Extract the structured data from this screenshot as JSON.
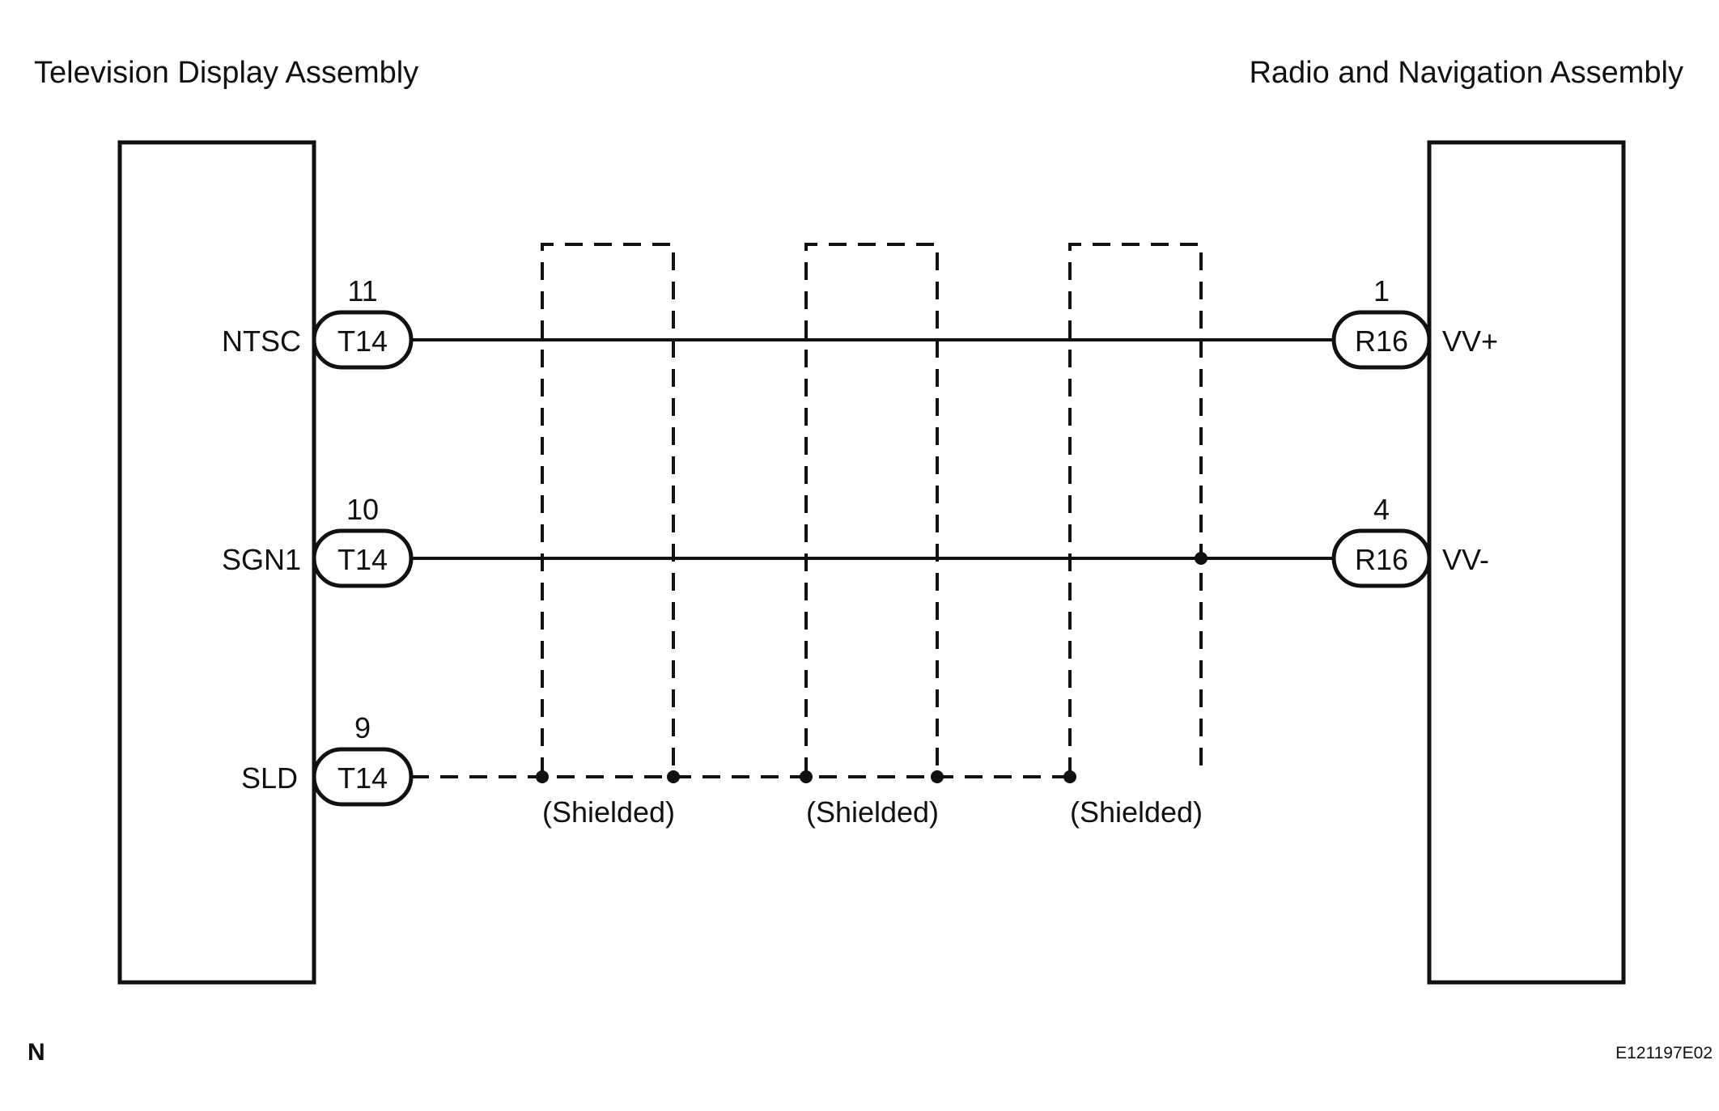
{
  "left_assembly": {
    "title": "Television Display Assembly",
    "pins": [
      {
        "signal": "NTSC",
        "connector": "T14",
        "pin": "11"
      },
      {
        "signal": "SGN1",
        "connector": "T14",
        "pin": "10"
      },
      {
        "signal": "SLD",
        "connector": "T14",
        "pin": "9"
      }
    ]
  },
  "right_assembly": {
    "title": "Radio and Navigation Assembly",
    "pins": [
      {
        "signal": "VV+",
        "connector": "R16",
        "pin": "1"
      },
      {
        "signal": "VV-",
        "connector": "R16",
        "pin": "4"
      }
    ]
  },
  "shields": [
    {
      "label": "(Shielded)"
    },
    {
      "label": "(Shielded)"
    },
    {
      "label": "(Shielded)"
    }
  ],
  "corner_mark": "N",
  "figure_code": "E121197E02",
  "colors": {
    "line": "#111111",
    "background": "#ffffff"
  }
}
